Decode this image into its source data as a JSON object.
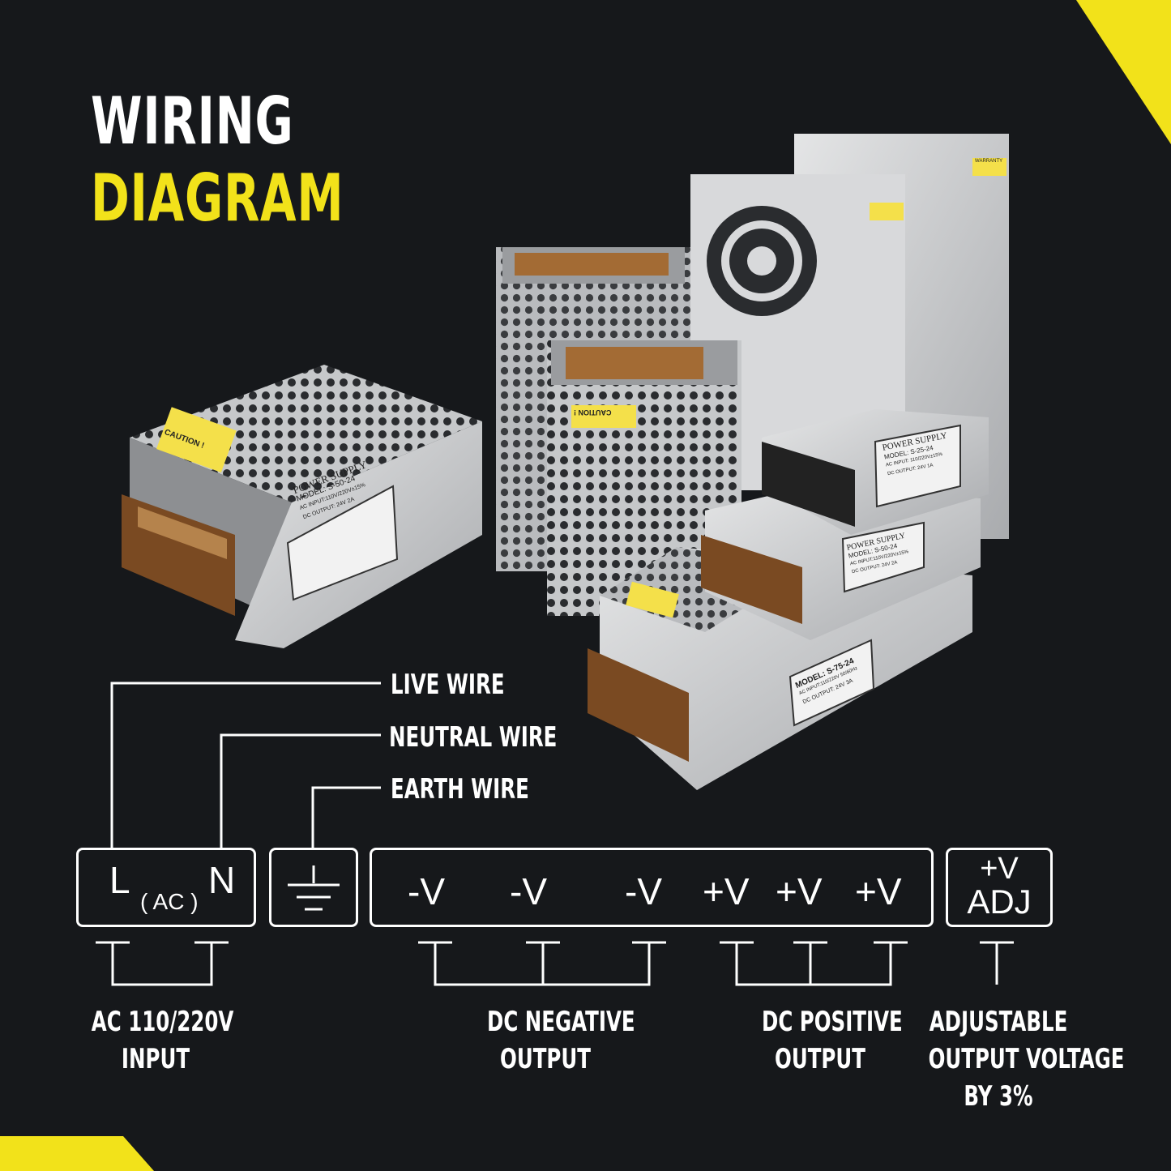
{
  "title": {
    "line1": "WIRING",
    "line2": "DIAGRAM"
  },
  "colors": {
    "background": "#16181b",
    "accent": "#f2e21a",
    "line": "#ffffff",
    "metal": "#c9cbcd",
    "label_yellow": "#f4e04a"
  },
  "wires": {
    "live": "LIVE WIRE",
    "neutral": "NEUTRAL WIRE",
    "earth": "EARTH WIRE"
  },
  "terminals": {
    "ac": {
      "l": "L",
      "n": "N",
      "ac": "( AC )"
    },
    "negatives": [
      "-V",
      "-V",
      "-V"
    ],
    "positives": [
      "+V",
      "+V",
      "+V"
    ],
    "adj": {
      "v": "+V",
      "adj": "ADJ"
    }
  },
  "labels": {
    "ac_input": [
      "AC 110/220V",
      "INPUT"
    ],
    "dc_negative": [
      "DC NEGATIVE",
      "OUTPUT"
    ],
    "dc_positive": [
      "DC POSITIVE",
      "OUTPUT"
    ],
    "adjustable": [
      "ADJUSTABLE",
      "OUTPUT VOLTAGE",
      "BY 3%"
    ]
  },
  "products": {
    "unit_a": {
      "brand": "POWER SUPPLY",
      "model": "MODEL: S-50-24",
      "ac": "AC INPUT:110V/220V±15%",
      "dc": "DC OUTPUT: 24V 2A",
      "caution": "CAUTION !"
    },
    "unit_b": {
      "brand": "POWER SUPPLY",
      "model": "MODEL: S-25-24",
      "ac": "AC INPUT: 110/220V±15%",
      "dc": "DC OUTPUT: 24V 1A"
    },
    "unit_c": {
      "brand": "POWER SUPPLY",
      "model": "MODEL: S-50-24",
      "ac": "AC INPUT:110V/220V±15%",
      "dc": "DC OUTPUT: 24V 2A"
    },
    "unit_d": {
      "model": "MODEL: S-75-24",
      "ac": "AC INPUT:110/220V 50/60Hz",
      "dc": "DC OUTPUT: 24V 3A"
    },
    "caution": "CAUTION !",
    "warranty": "WARRANTY"
  }
}
